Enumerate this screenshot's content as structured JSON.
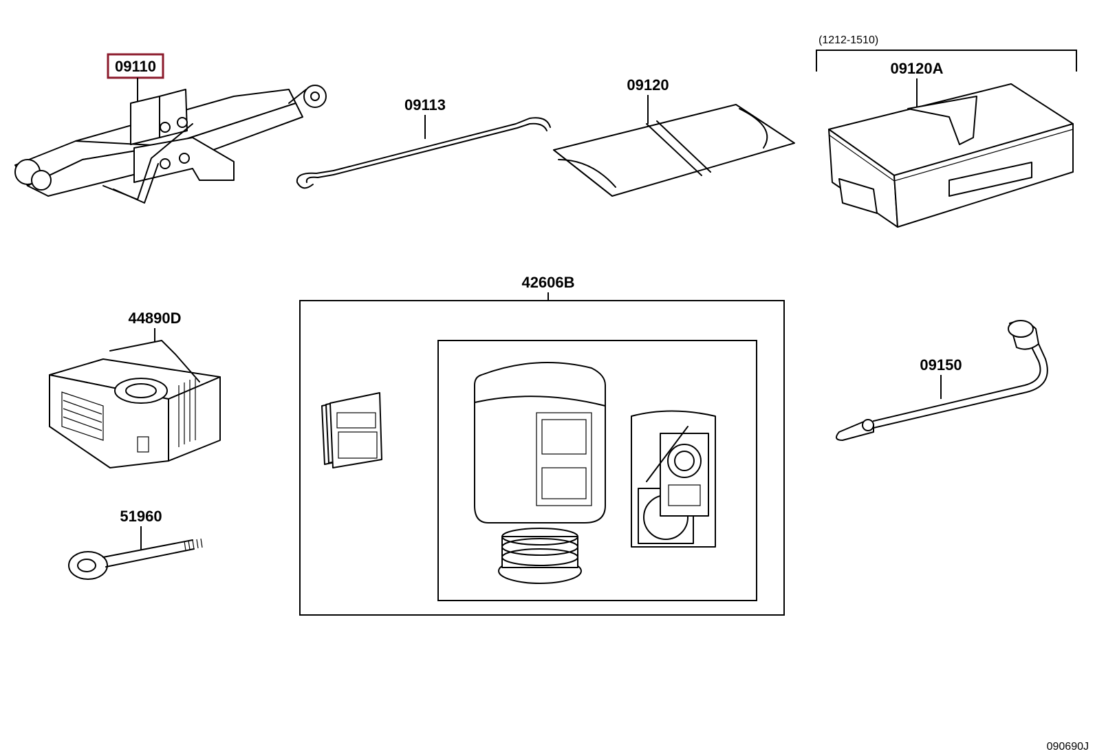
{
  "parts": {
    "jack": "09110",
    "jack_handle": "09113",
    "tool_bag": "09120",
    "tool_box": "09120A",
    "tool_box_range": "(1212-1510)",
    "compressor": "44890D",
    "sealant_kit": "42606B",
    "wrench": "09150",
    "eye_bolt": "51960"
  },
  "diagram_code": "090690J",
  "highlight_color": "#8b1a2b"
}
